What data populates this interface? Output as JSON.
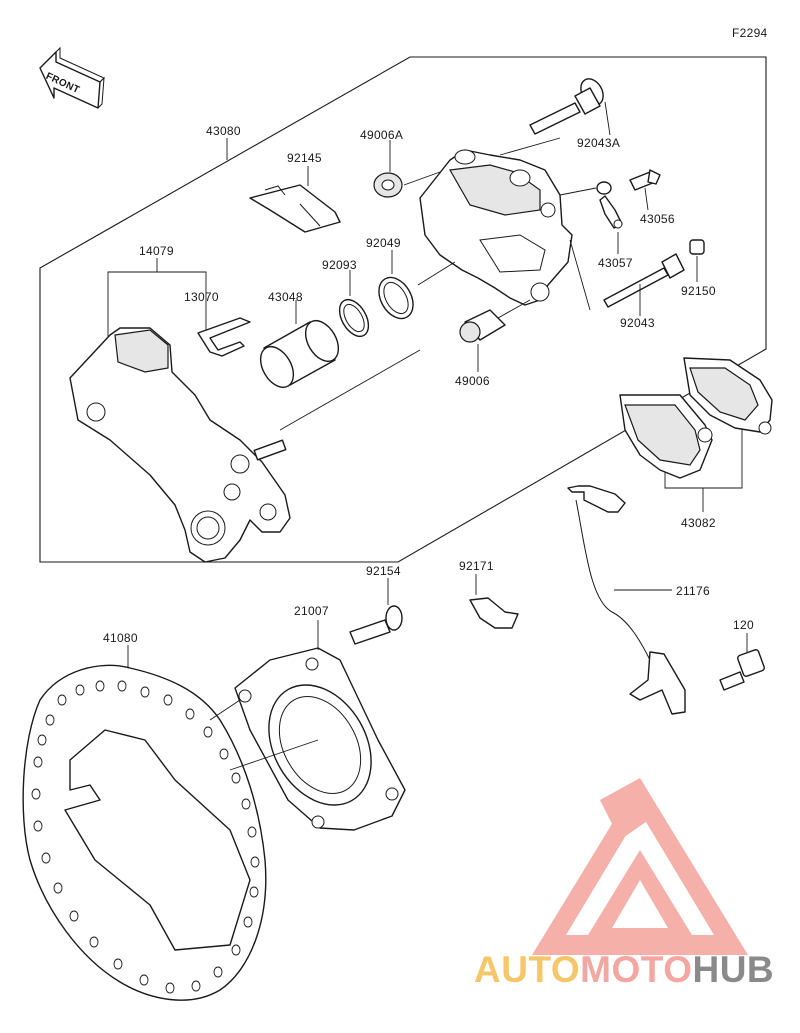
{
  "figure_code": "F2294",
  "front_label": "FRONT",
  "labels": {
    "p43080": "43080",
    "p92145": "92145",
    "p49006A": "49006A",
    "p92043A": "92043A",
    "p14079": "14079",
    "p13070": "13070",
    "p43048": "43048",
    "p92093": "92093",
    "p92049": "92049",
    "p43056": "43056",
    "p43057": "43057",
    "p92150": "92150",
    "p92043": "92043",
    "p49006": "49006",
    "p43082": "43082",
    "p92154": "92154",
    "p92171": "92171",
    "p21007": "21007",
    "p21176": "21176",
    "p41080": "41080",
    "p120": "120"
  },
  "watermark": {
    "part1": "AUTO",
    "part2": "MOTO",
    "part3": "HUB",
    "colors": {
      "orange": "#f6c76a",
      "pink": "#f3a7a0",
      "gray": "#8a8a8a"
    }
  }
}
